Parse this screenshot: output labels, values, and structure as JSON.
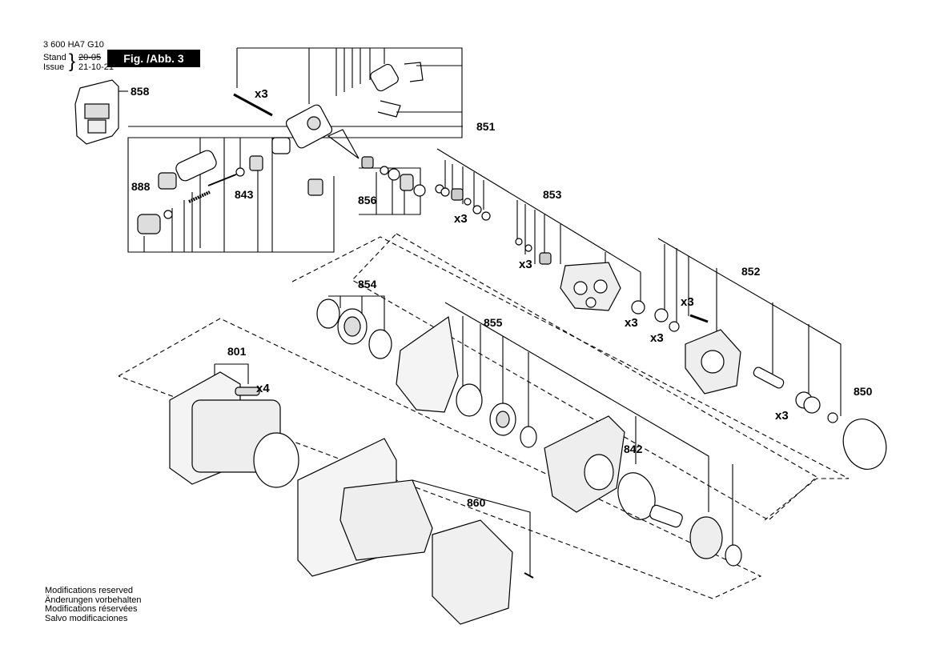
{
  "header": {
    "doc_number": "3 600 HA7 G10",
    "stand_label": "Stand",
    "stand_date_struck": "20-05",
    "issue_label": "Issue",
    "issue_date": "21-10-21",
    "figure_label": "Fig. /Abb. 3"
  },
  "callouts": {
    "c858": "858",
    "c851": "851",
    "c888": "888",
    "c843": "843",
    "c856": "856",
    "c853": "853",
    "c852": "852",
    "c854": "854",
    "c855": "855",
    "c801": "801",
    "c850": "850",
    "c842": "842",
    "c860": "860"
  },
  "quantities": {
    "q_top_screw": "x3",
    "q_853_a": "x3",
    "q_853_b": "x3",
    "q_853_c": "x3",
    "q_852_a": "x3",
    "q_852_b": "x3",
    "q_852_c": "x3",
    "q_801": "x4"
  },
  "notes": [
    "Modifications reserved",
    "Änderungen vorbehalten",
    "Modifications réservées",
    "Salvo modificaciones"
  ]
}
